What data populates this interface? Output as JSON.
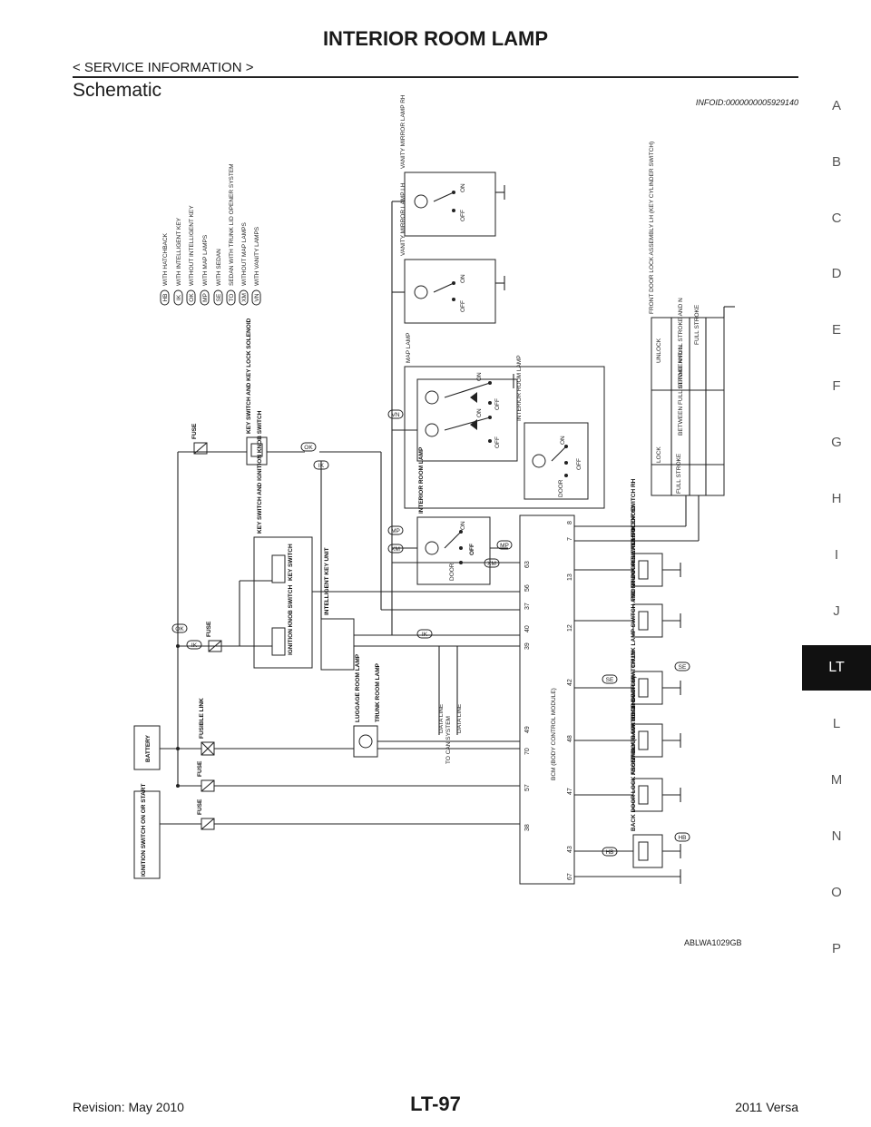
{
  "header": {
    "title": "INTERIOR ROOM LAMP",
    "subtitle": "< SERVICE INFORMATION >",
    "section": "Schematic",
    "info_id": "INFOID:0000000005929140"
  },
  "side_index": {
    "letters": [
      "A",
      "B",
      "C",
      "D",
      "E",
      "F",
      "G",
      "H",
      "I",
      "J",
      "LT",
      "L",
      "M",
      "N",
      "O",
      "P"
    ],
    "active": "LT"
  },
  "legend": [
    {
      "code": "HB",
      "text": "WITH HATCHBACK"
    },
    {
      "code": "IK",
      "text": "WITH INTELLIGENT KEY"
    },
    {
      "code": "OK",
      "text": "WITHOUT INTELLIGENT KEY"
    },
    {
      "code": "MP",
      "text": "WITH MAP LAMPS"
    },
    {
      "code": "SE",
      "text": "WITH SEDAN"
    },
    {
      "code": "TO",
      "text": "SEDAN WITH TRUNK LID OPENER SYSTEM"
    },
    {
      "code": "XM",
      "text": "WITHOUT MAP LAMPS"
    },
    {
      "code": "VN",
      "text": "WITH VANITY LAMPS"
    }
  ],
  "schematic": {
    "power": {
      "ignition": "IGNITION SWITCH ON OR START",
      "battery": "BATTERY",
      "fuse": "FUSE",
      "fusible_link": "FUSIBLE LINK"
    },
    "components": {
      "vanity_rh": "VANITY MIRROR LAMP RH",
      "vanity_lh": "VANITY MIRROR LAMP LH",
      "map_lamp": "MAP LAMP",
      "interior_room_lamp_map": "INTERIOR ROOM LAMP",
      "interior_room_lamp": "INTERIOR ROOM LAMP",
      "key_switch_solenoid": "KEY SWITCH AND KEY LOCK SOLENOID",
      "key_switch_knob": "KEY SWITCH AND IGNITION KNOB SWITCH",
      "key_switch": "KEY SWITCH",
      "ignition_knob_switch": "IGNITION KNOB SWITCH",
      "intelligent_key_unit": "INTELLIGENT KEY UNIT",
      "luggage_lamp": "LUGGAGE ROOM LAMP",
      "trunk_lamp": "TRUNK ROOM LAMP",
      "can_system": "TO CAN SYSTEM",
      "data_line": "DATA LINE",
      "bcm": "BCM (BODY CONTROL MODULE)",
      "front_door_lock": "FRONT DOOR LOCK ASSEMBLY LH (KEY CYLINDER SWITCH)",
      "rear_door_rh": "REAR DOOR SWITCH RH",
      "front_door_rh": "FRONT DOOR SWITCH RH",
      "trunk_switch": "TRUNK LAMP SWITCH AND TRUNK RELEASE SOLENOID",
      "rear_door_lh": "REAR DOOR SWITCH LH",
      "front_door_lh": "FRONT DOOR SWITCH LH",
      "back_door": "BACK DOOR LOCK ASSEMBLY (BACK DOOR SWITCH)"
    },
    "switch_states": {
      "on": "ON",
      "off": "OFF",
      "door": "DOOR"
    },
    "lock_table": {
      "lock": "LOCK",
      "unlock": "UNLOCK",
      "full_stroke": "FULL STROKE",
      "between": "BETWEEN FULL STROKE AND N"
    },
    "bcm_pins_left": [
      "38",
      "57",
      "70",
      "49",
      "39",
      "40",
      "37",
      "56",
      "63"
    ],
    "bcm_pins_right": [
      "67",
      "43",
      "47",
      "48",
      "42",
      "12",
      "13",
      "7",
      "8"
    ]
  },
  "diagram_code": "ABLWA1029GB",
  "footer": {
    "page": "LT-97",
    "revision": "Revision: May 2010",
    "vehicle": "2011 Versa"
  }
}
